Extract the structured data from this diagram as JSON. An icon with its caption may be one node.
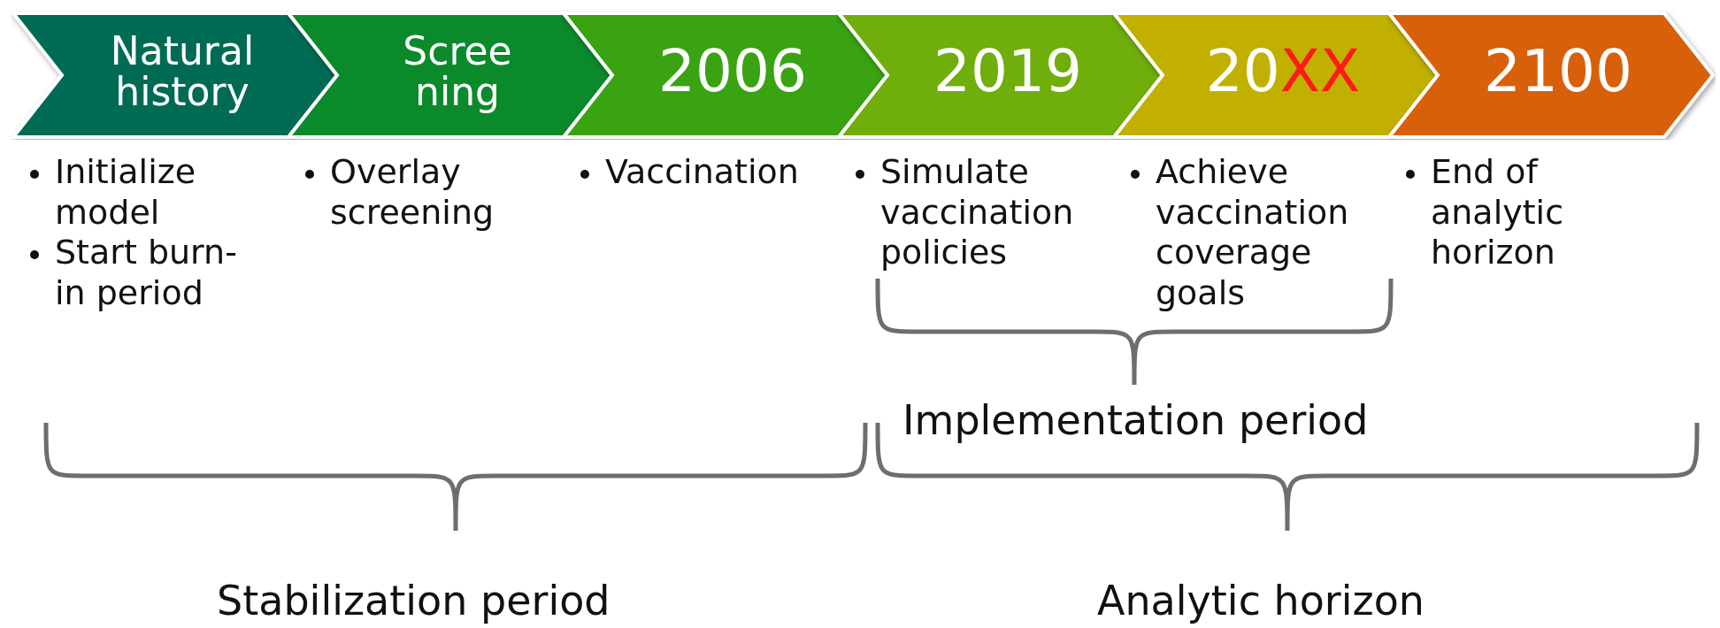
{
  "diagram": {
    "nodes": [
      {
        "text": [
          "Natural history"
        ],
        "beside": [
          "Initialize model",
          "Start burn-in period"
        ]
      },
      {
        "text": [
          "Screening"
        ],
        "beside": [
          "Overlay screening"
        ]
      },
      {
        "text": [
          "2006"
        ],
        "beside": [
          "Vaccination"
        ]
      },
      {
        "text": [
          "2019"
        ],
        "beside": [
          "Simulate vaccination policies"
        ]
      },
      {
        "text": [
          "20XX"
        ],
        "beside": [
          "Achieve vaccination coverage goals"
        ]
      },
      {
        "text": [
          "2100"
        ],
        "beside": [
          "End of analytic horizon"
        ]
      }
    ],
    "labels": [
      "Implementation period",
      "Stabilization period",
      "Analytic horizon"
    ]
  }
}
